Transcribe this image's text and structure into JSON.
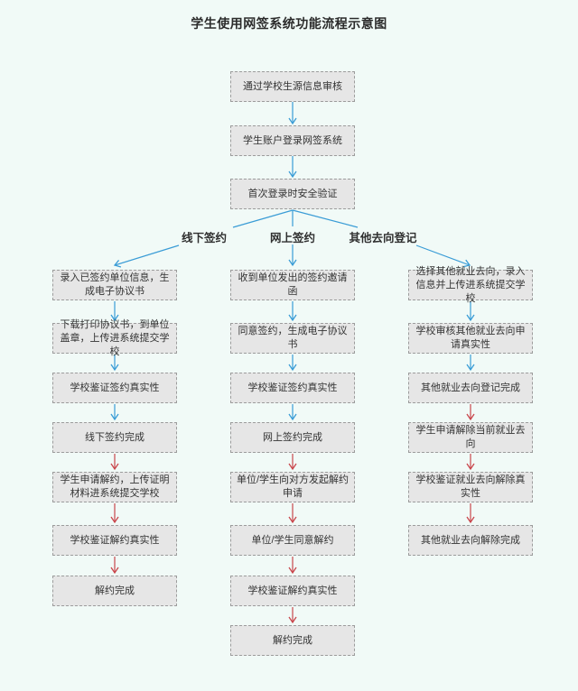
{
  "title": "学生使用网签系统功能流程示意图",
  "colors": {
    "background": "#f1faf7",
    "box_fill": "#e6e6e6",
    "box_border": "#9c9c9c",
    "text": "#333333",
    "arrow_blue": "#3a9cd6",
    "arrow_red": "#c9464c"
  },
  "top_flow": {
    "steps": [
      "通过学校生源信息审核",
      "学生账户登录网签系统",
      "首次登录时安全验证"
    ]
  },
  "branches": [
    {
      "label": "线下签约",
      "steps": [
        "录入已签约单位信息，生成电子协议书",
        "下载打印协议书，到单位盖章，上传进系统提交学校",
        "学校鉴证签约真实性",
        "线下签约完成",
        "学生申请解约，上传证明材料进系统提交学校",
        "学校鉴证解约真实性",
        "解约完成"
      ],
      "arrow_colors": [
        "blue",
        "blue",
        "blue",
        "red",
        "red",
        "red"
      ]
    },
    {
      "label": "网上签约",
      "steps": [
        "收到单位发出的签约邀请函",
        "同意签约，生成电子协议书",
        "学校鉴证签约真实性",
        "网上签约完成",
        "单位/学生向对方发起解约申请",
        "单位/学生同意解约",
        "学校鉴证解约真实性",
        "解约完成"
      ],
      "arrow_colors": [
        "blue",
        "blue",
        "blue",
        "red",
        "red",
        "red",
        "red"
      ]
    },
    {
      "label": "其他去向登记",
      "steps": [
        "选择其他就业去向，录入信息并上传进系统提交学校",
        "学校审核其他就业去向申请真实性",
        "其他就业去向登记完成",
        "学生申请解除当前就业去向",
        "学校鉴证就业去向解除真实性",
        "其他就业去向解除完成"
      ],
      "arrow_colors": [
        "blue",
        "blue",
        "red",
        "red",
        "red"
      ]
    }
  ]
}
